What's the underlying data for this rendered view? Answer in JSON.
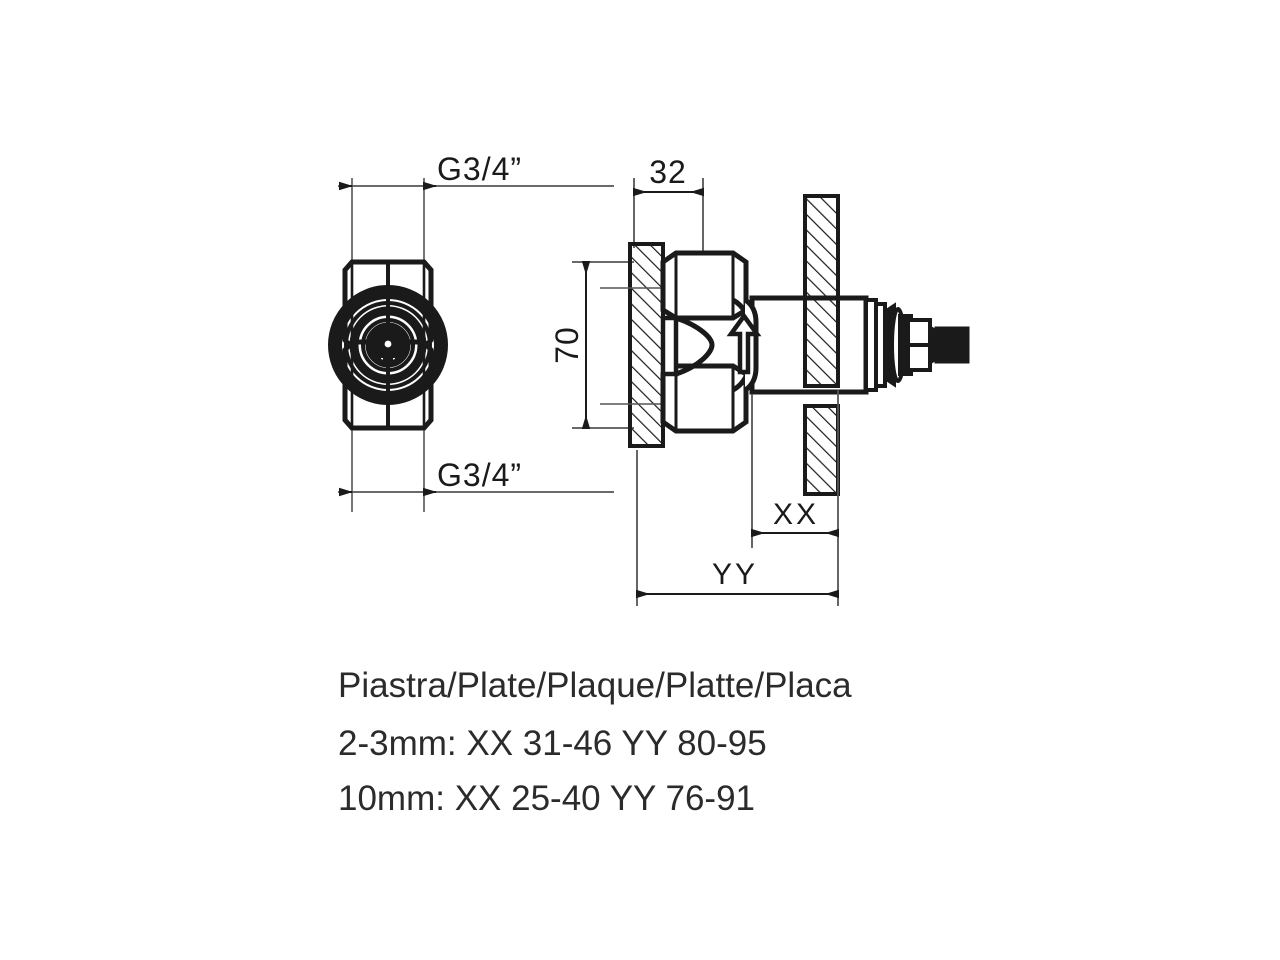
{
  "drawing": {
    "title": "Built-in valve body technical drawing",
    "line_color": "#1a1a1a",
    "fill_color": "#ffffff",
    "text_color": "#2b2b2b"
  },
  "dimensions": {
    "thread_top": "G3/4”",
    "thread_bottom": "G3/4”",
    "height": "70",
    "plate_depth": "32",
    "protrusion": "XX",
    "total_depth": "YY"
  },
  "caption": {
    "line1": "Piastra/Plate/Plaque/Platte/Placa",
    "line2": "2-3mm: XX 31-46    YY 80-95",
    "line3": "10mm: XX 25-40    YY 76-91"
  },
  "caption_rows": [
    {
      "thickness": "2-3mm:",
      "xx": "XX 31-46",
      "yy": "YY 80-95"
    },
    {
      "thickness": "10mm:",
      "xx": "XX 25-40",
      "yy": "YY 76-91"
    }
  ],
  "views": {
    "front_view_label": "front-view",
    "section_view_label": "section-view",
    "flow_arrow_label": "flow-direction-arrow"
  }
}
